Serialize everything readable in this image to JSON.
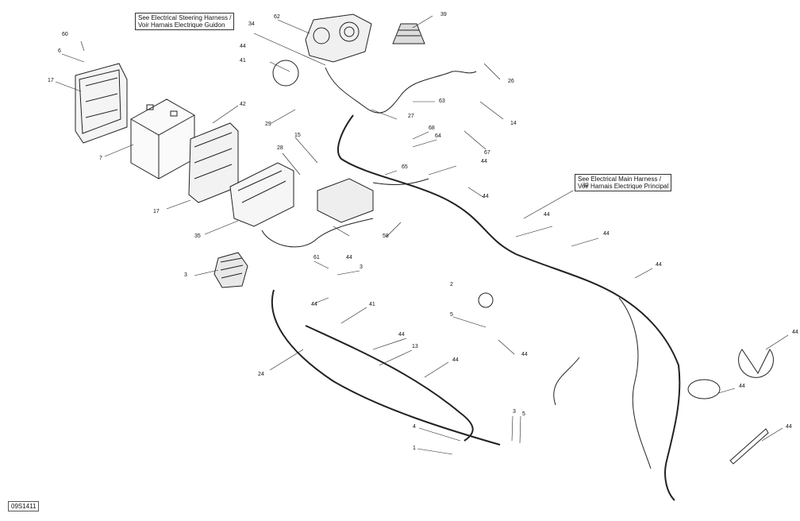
{
  "notes": {
    "steering": [
      "See Electrical Steering Harness /",
      "Voir Harnais Electrique Guidon"
    ],
    "main": [
      "See Electrical Main Harness /",
      "Voir Harnais Electrique Principal"
    ]
  },
  "drawing_code": "09S1411",
  "callouts": [
    "60",
    "6",
    "17",
    "7",
    "62",
    "39",
    "34",
    "44",
    "41",
    "42",
    "29",
    "27",
    "63",
    "26",
    "14",
    "68",
    "64",
    "67",
    "15",
    "28",
    "65",
    "17",
    "35",
    "44",
    "44",
    "32",
    "44",
    "44",
    "44",
    "58",
    "3",
    "61",
    "3",
    "44",
    "41",
    "2",
    "5",
    "44",
    "44",
    "13",
    "24",
    "44",
    "3",
    "5",
    "4",
    "1",
    "44",
    "44",
    "44",
    "44"
  ]
}
